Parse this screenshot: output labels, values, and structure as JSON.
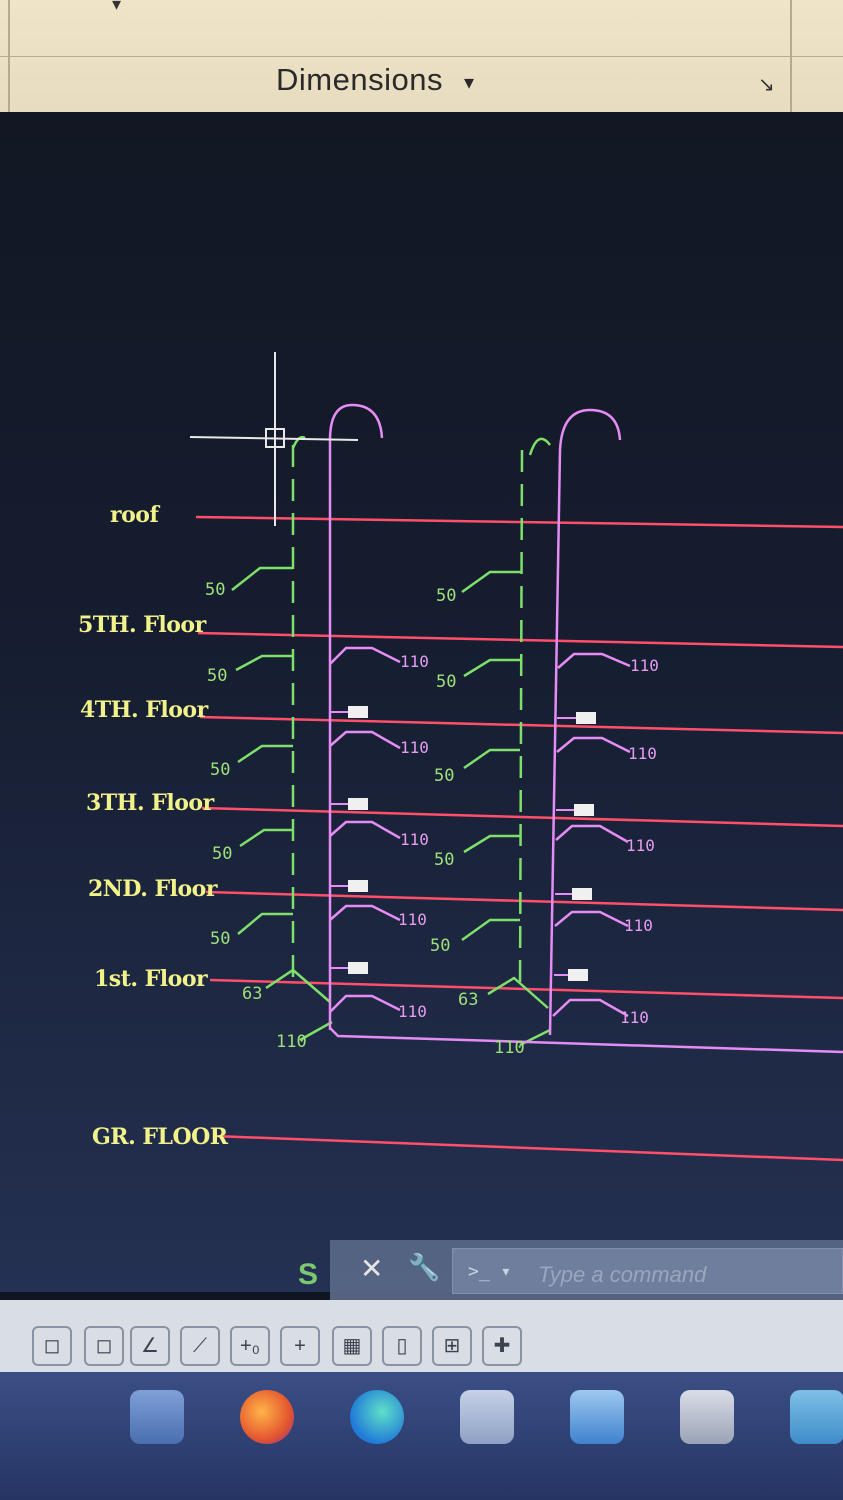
{
  "ribbon": {
    "panel_label": "Dimensions",
    "panel_caret": "▾",
    "panel_launcher": "↘",
    "top_chevron": "▾"
  },
  "drawing": {
    "floor_labels": [
      "roof",
      "5TH. Floor",
      "4TH. Floor",
      "3TH. Floor",
      "2ND. Floor",
      "1st. Floor",
      "GR. FLOOR"
    ],
    "dims": {
      "green_50": "50",
      "green_63": "63",
      "green_110": "110",
      "magenta_110": "110"
    },
    "colors": {
      "floor_line": "#ff4f6a",
      "green_pipe": "#7ee06a",
      "magenta_pipe": "#e58cf5",
      "label": "#f2f28a",
      "crosshair": "#e8e8e8"
    }
  },
  "command_line": {
    "close_glyph": "✕",
    "wrench_glyph": "🔧",
    "prompt": ">_ ▾",
    "placeholder": "Type a command",
    "ucs_tag": "S"
  },
  "status_bar": {
    "buttons": [
      "◻",
      "◻",
      "∠",
      "⟋",
      "+₀",
      "+",
      "▦",
      "▯",
      "⊞",
      "✚"
    ]
  },
  "taskbar": {
    "icons": [
      "file-explorer-icon",
      "firefox-icon",
      "edge-icon",
      "store-icon",
      "mail-icon",
      "autocad-icon",
      "photos-icon"
    ]
  }
}
